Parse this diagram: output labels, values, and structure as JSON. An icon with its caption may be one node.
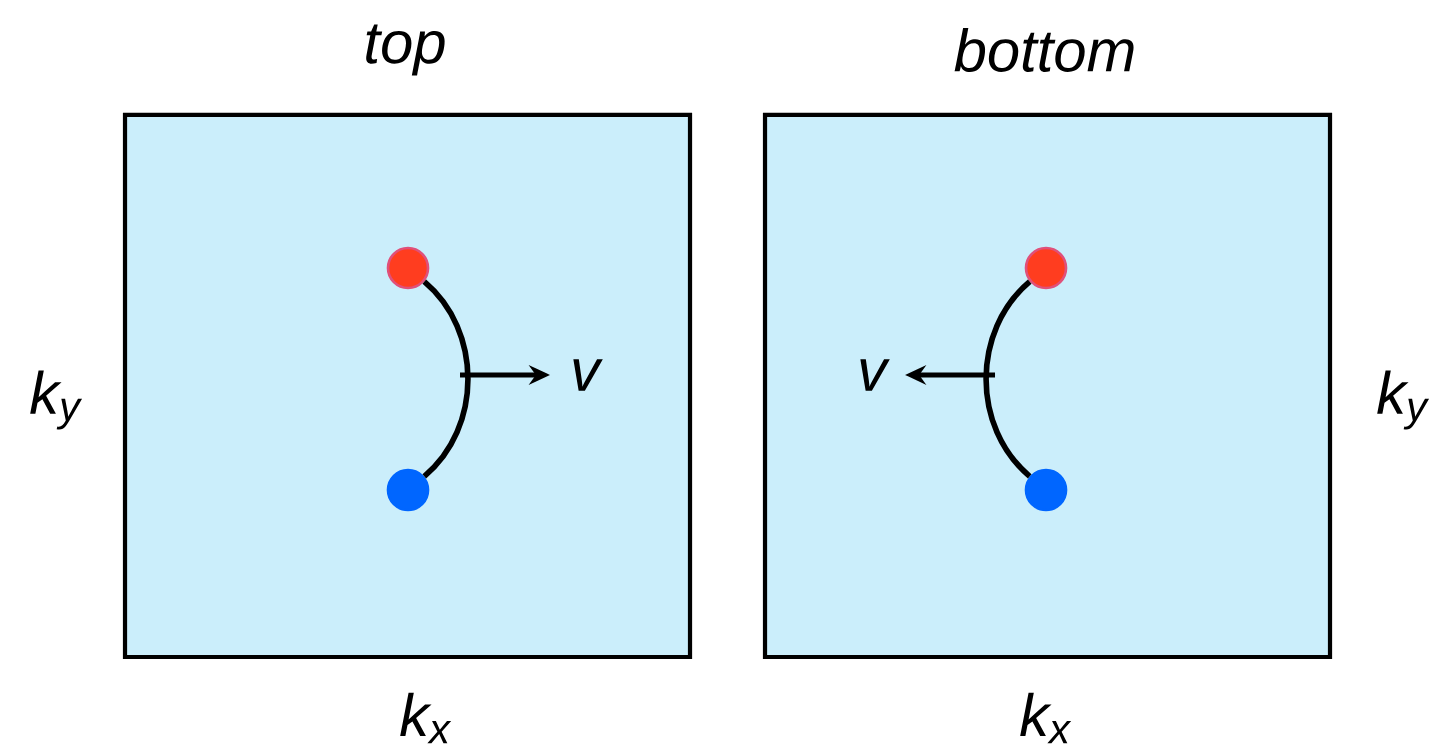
{
  "diagram": {
    "nodes": [
      {
        "text": [
          "top"
        ]
      },
      {
        "text": [],
        "shape": "circle",
        "in": 0
      },
      {
        "text": [],
        "shape": "circle",
        "in": 0
      },
      {
        "text": [
          "bottom"
        ]
      },
      {
        "text": [],
        "shape": "circle",
        "in": 3
      },
      {
        "text": [],
        "shape": "circle",
        "in": 3
      }
    ],
    "edges": [
      {
        "from": 1,
        "to": 2,
        "arrow": "none"
      },
      {
        "from": 4,
        "to": 5,
        "arrow": "none"
      }
    ],
    "labels": [
      "k$_{y}$",
      "v",
      "v",
      "k$_{y}$",
      "k$_{x}$",
      "k$_{x}$"
    ]
  }
}
